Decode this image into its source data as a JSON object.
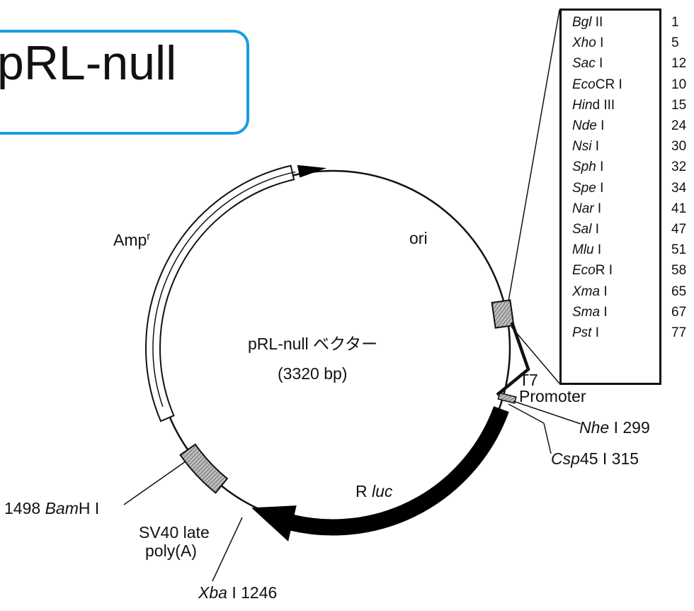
{
  "title": "pRL-null",
  "vector_name": "pRL-null ベクター",
  "vector_size": "(3320 bp)",
  "features": {
    "ampr": "Amp",
    "ampr_sup": "r",
    "ori": "ori",
    "t7": "T7",
    "promoter": "Promoter",
    "rluc_r": "R",
    "rluc_luc": "luc",
    "sv40_line1": "SV40 late",
    "sv40_line2": "poly(A)"
  },
  "sites": {
    "nhe": {
      "name": "Nhe",
      "suffix": " I 299"
    },
    "csp": {
      "name": "Csp",
      "suffix": "45 I 315"
    },
    "bam": {
      "prefix": "1498 ",
      "name": "Bam",
      "suffix": "H I"
    },
    "xba": {
      "name": "Xba",
      "suffix": " I 1246"
    }
  },
  "mcs": [
    {
      "italic": "Bgl",
      "rest": " II",
      "pos": "1"
    },
    {
      "italic": "Xho",
      "rest": " I",
      "pos": "5"
    },
    {
      "italic": "Sac",
      "rest": " I",
      "pos": "12"
    },
    {
      "italic": "Eco",
      "rest": "CR I",
      "pos": "10"
    },
    {
      "italic": "Hin",
      "rest": "d III",
      "pos": "15"
    },
    {
      "italic": "Nde",
      "rest": " I",
      "pos": "24"
    },
    {
      "italic": "Nsi",
      "rest": " I",
      "pos": "30"
    },
    {
      "italic": "Sph",
      "rest": " I",
      "pos": "32"
    },
    {
      "italic": "Spe",
      "rest": " I",
      "pos": "34"
    },
    {
      "italic": "Nar",
      "rest": " I",
      "pos": "41"
    },
    {
      "italic": "Sal",
      "rest": " I",
      "pos": "47"
    },
    {
      "italic": "Mlu",
      "rest": " I",
      "pos": "51"
    },
    {
      "italic": "Eco",
      "rest": "R I",
      "pos": "58"
    },
    {
      "italic": "Xma",
      "rest": " I",
      "pos": "65"
    },
    {
      "italic": "Sma",
      "rest": " I",
      "pos": "67"
    },
    {
      "italic": "Pst",
      "rest": " I",
      "pos": "77"
    }
  ],
  "colors": {
    "title_border": "#1a9be0",
    "ink": "#111111",
    "hatch": "#888888"
  }
}
